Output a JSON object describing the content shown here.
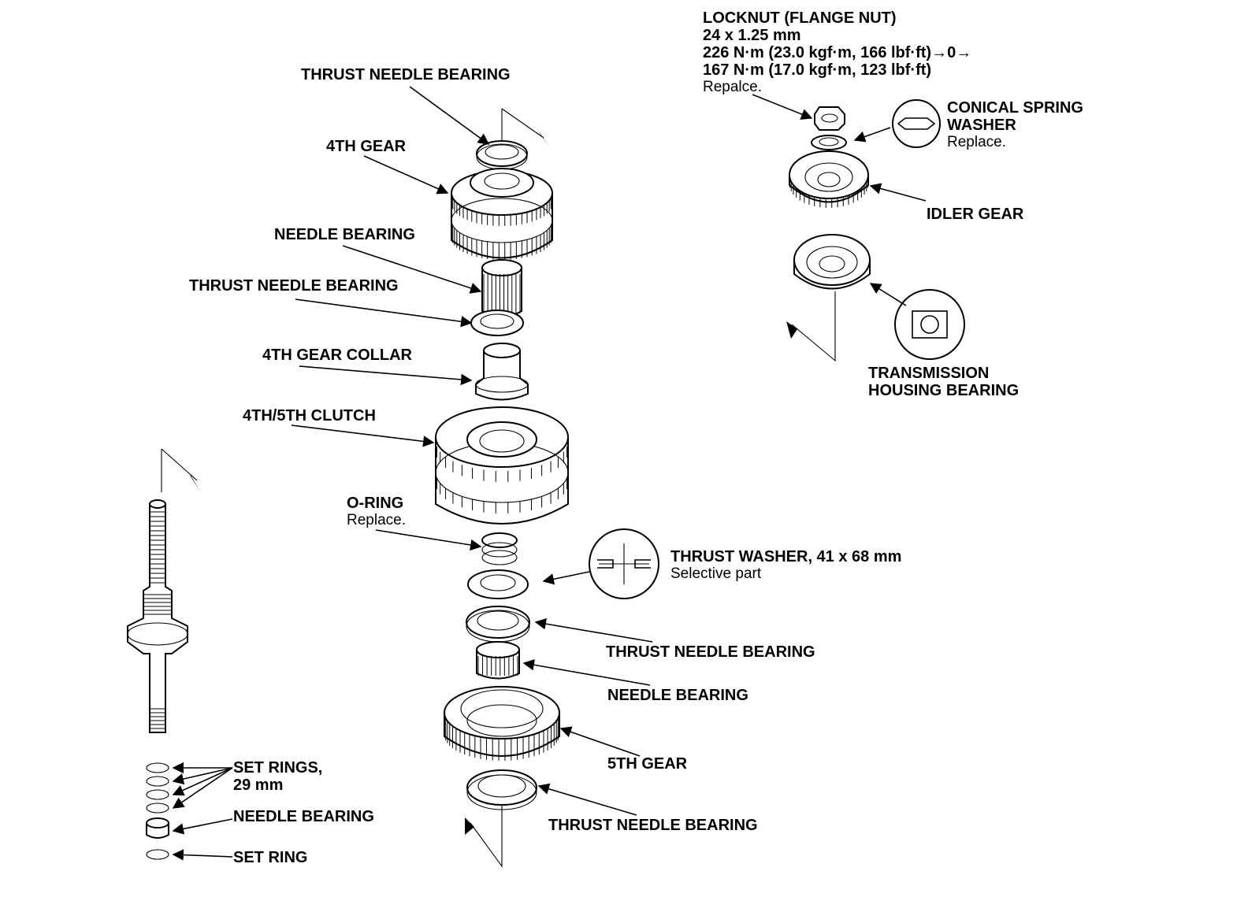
{
  "labels": {
    "thrust_needle_bearing_top": "THRUST NEEDLE BEARING",
    "fourth_gear": "4TH GEAR",
    "needle_bearing_upper": "NEEDLE BEARING",
    "thrust_needle_bearing_upper": "THRUST NEEDLE BEARING",
    "fourth_gear_collar": "4TH GEAR COLLAR",
    "clutch_4_5": "4TH/5TH CLUTCH",
    "o_ring": "O-RING",
    "o_ring_note": "Replace.",
    "thrust_washer": "THRUST WASHER, 41 x 68 mm",
    "thrust_washer_note": "Selective part",
    "thrust_needle_bearing_lower": "THRUST NEEDLE BEARING",
    "needle_bearing_lower": "NEEDLE BEARING",
    "fifth_gear": "5TH GEAR",
    "thrust_needle_bearing_bottom": "THRUST NEEDLE BEARING",
    "set_rings_line1": "SET RINGS,",
    "set_rings_line2": "29 mm",
    "needle_bearing_shaft": "NEEDLE BEARING",
    "set_ring": "SET RING",
    "locknut_line1": "LOCKNUT (FLANGE NUT)",
    "locknut_line2": "24 x 1.25 mm",
    "locknut_line3": "226 N·m (23.0 kgf·m, 166 lbf·ft)→0→",
    "locknut_line4": "167 N·m (17.0 kgf·m, 123 lbf·ft)",
    "locknut_note": "Repalce.",
    "conical_line1": "CONICAL SPRING",
    "conical_line2": "WASHER",
    "conical_note": "Replace.",
    "idler_gear": "IDLER GEAR",
    "housing_line1": "TRANSMISSION",
    "housing_line2": "HOUSING BEARING"
  }
}
